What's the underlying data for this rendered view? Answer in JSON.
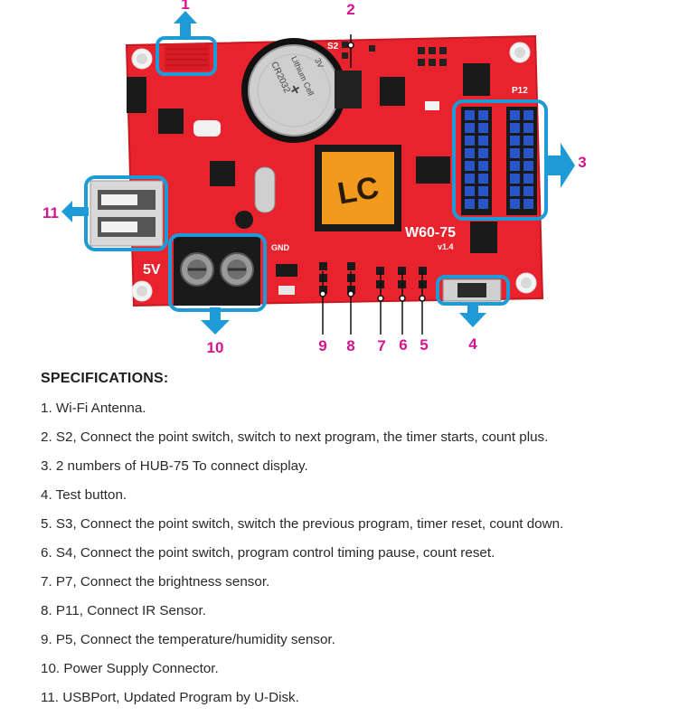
{
  "board": {
    "model_label": "W60-75",
    "version_label": "v1.4",
    "voltage_label": "5V",
    "battery_line1": "CR2032",
    "battery_line2": "Lithium Cell",
    "battery_line3": "3V",
    "battery_plus": "+",
    "chip_logo": "LC",
    "silk_s2": "S2",
    "silk_p12": "P12",
    "silk_gnd": "GND"
  },
  "callouts": {
    "c1": "1",
    "c2": "2",
    "c3": "3",
    "c4": "4",
    "c5": "5",
    "c6": "6",
    "c7": "7",
    "c8": "8",
    "c9": "9",
    "c10": "10",
    "c11": "11"
  },
  "colors": {
    "board_red": "#e8232e",
    "highlight_blue": "#1e9bd7",
    "callout_magenta": "#d4148f",
    "header_blue": "#2a55c9"
  },
  "specs": {
    "title": "SPECIFICATIONS:",
    "items": [
      "1. Wi-Fi Antenna.",
      "2. S2, Connect the point switch, switch to next program, the timer starts, count plus.",
      "3. 2 numbers of HUB-75 To connect display.",
      "4. Test button.",
      "5. S3, Connect the point switch, switch the previous program, timer reset, count down.",
      "6. S4, Connect the point switch, program control timing pause, count reset.",
      "7. P7, Connect the brightness sensor.",
      "8. P11, Connect IR Sensor.",
      "9. P5, Connect the temperature/humidity sensor.",
      "10. Power Supply Connector.",
      "11. USBPort, Updated Program by U-Disk."
    ]
  }
}
